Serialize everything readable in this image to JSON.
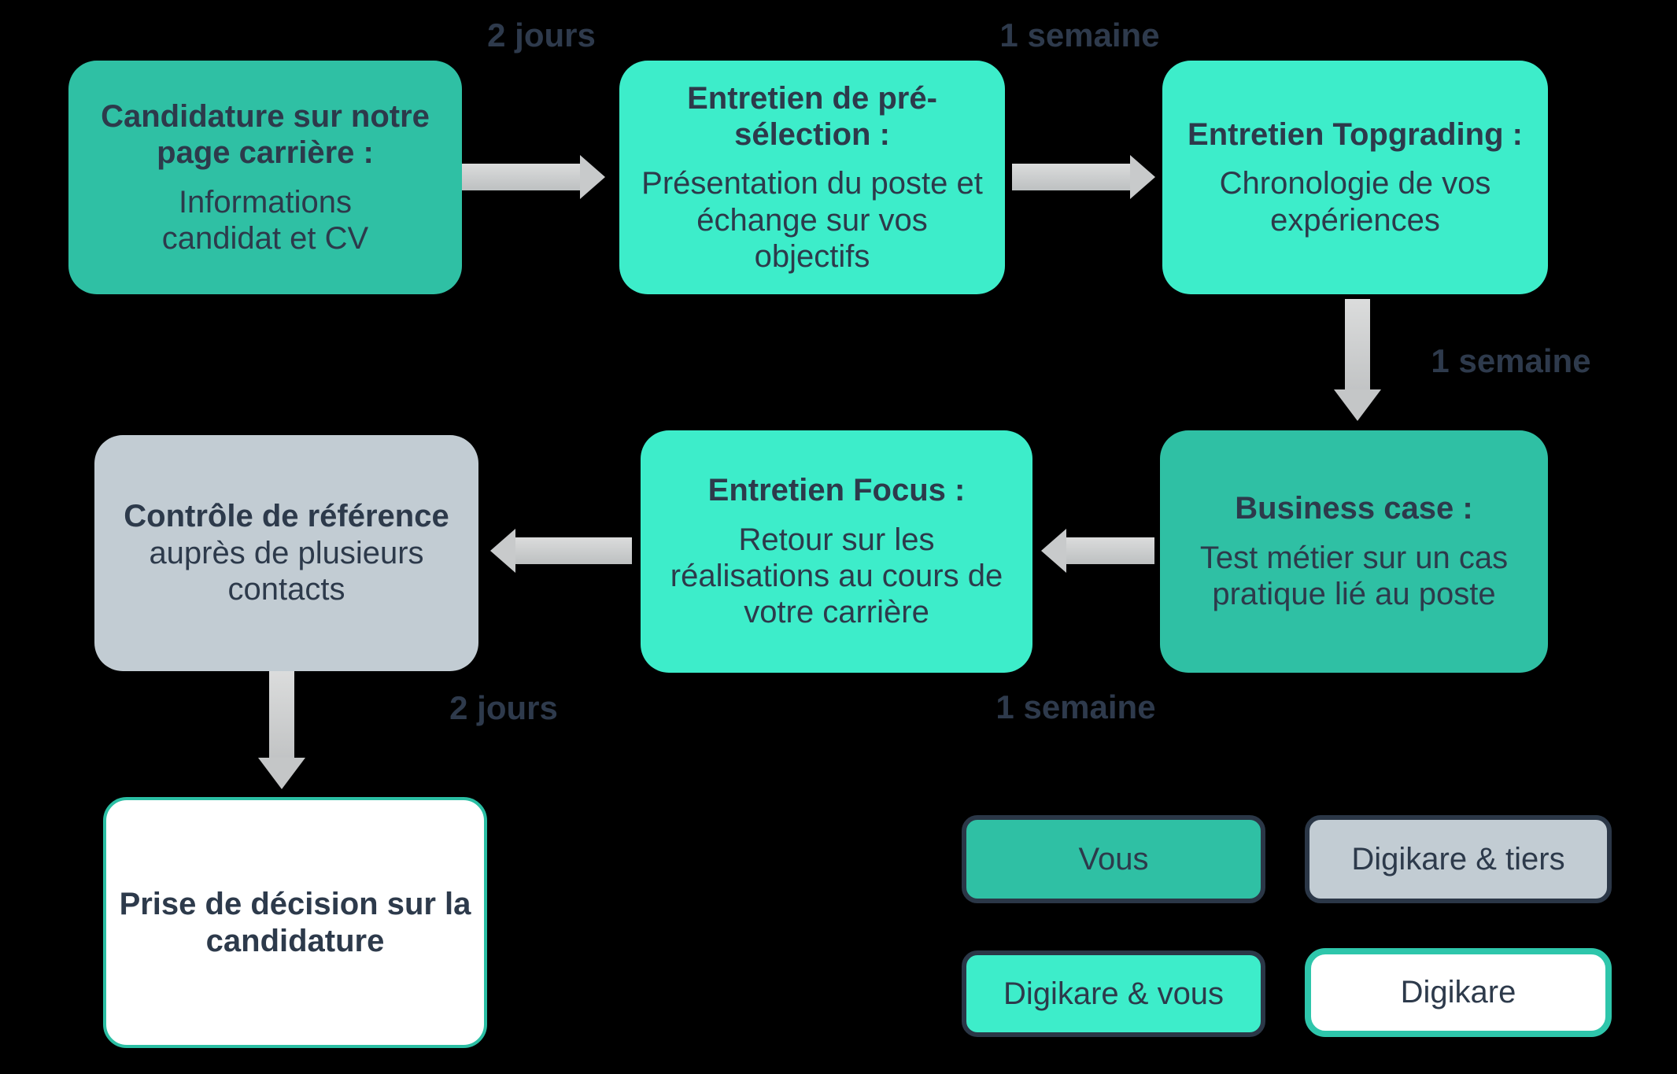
{
  "canvas": {
    "background": "#000000"
  },
  "colors": {
    "teal": "#2FC0A4",
    "turquoise": "#3DEDCA",
    "gray": "#C2CCD3",
    "white": "#FFFFFF",
    "text_navy": "#2D3A4B",
    "legend_border_navy": "#2B3747",
    "white_box_border_teal": "#2BBFA4",
    "arrow_gray": "#C8CACB",
    "duration_label": "#2E3A4C"
  },
  "nodes": [
    {
      "id": "candidature",
      "variant": "teal",
      "title": "Candidature sur notre page carrière :",
      "body": "Informations candidat et CV"
    },
    {
      "id": "preselection",
      "variant": "turquoise",
      "title": "Entretien de pré-sélection :",
      "body": "Présentation du poste et échange sur vos objectifs"
    },
    {
      "id": "topgrading",
      "variant": "turquoise",
      "title": "Entretien Topgrading :",
      "body": "Chronologie de vos expériences"
    },
    {
      "id": "business-case",
      "variant": "teal",
      "title": "Business case :",
      "body": "Test métier sur un cas pratique lié au poste"
    },
    {
      "id": "focus",
      "variant": "turquoise",
      "title": "Entretien Focus :",
      "body": "Retour sur les réalisations au cours de votre carrière"
    },
    {
      "id": "reference",
      "variant": "gray",
      "title_inline": "Contrôle de référence",
      "body_inline": " auprès de plusieurs contacts"
    },
    {
      "id": "decision",
      "variant": "white",
      "title": "Prise de décision sur la candidature"
    }
  ],
  "durations": [
    "2 jours",
    "1 semaine",
    "1 semaine",
    "2 jours",
    "1 semaine"
  ],
  "legend": [
    {
      "label": "Vous",
      "variant": "teal"
    },
    {
      "label": "Digikare & tiers",
      "variant": "gray"
    },
    {
      "label": "Digikare & vous",
      "variant": "turquoise"
    },
    {
      "label": "Digikare",
      "variant": "white"
    }
  ]
}
